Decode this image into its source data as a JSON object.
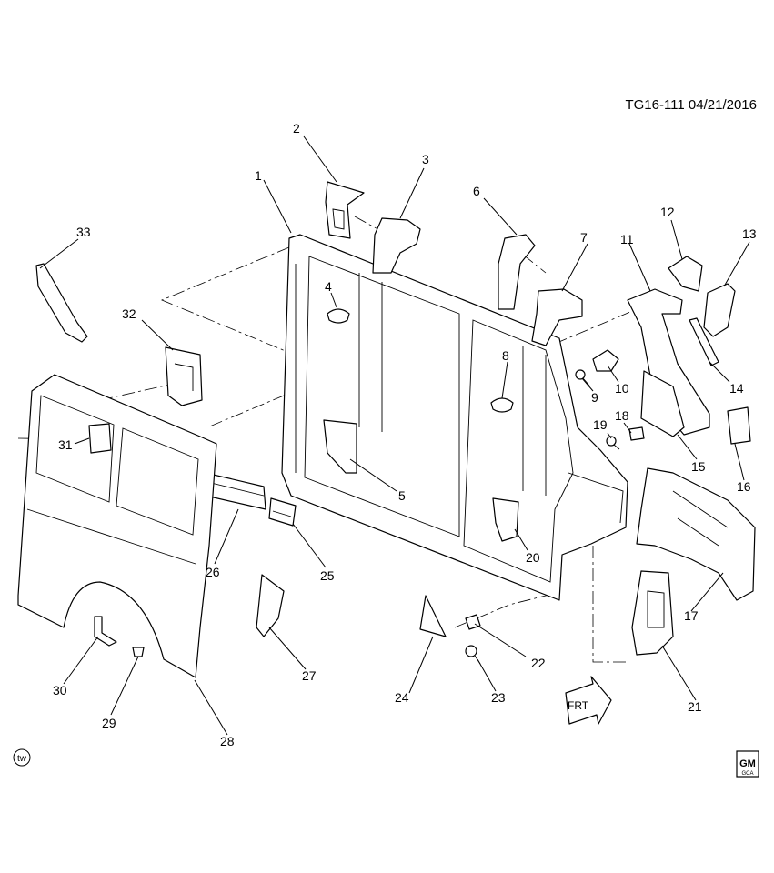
{
  "header": {
    "doc_id": "TG16-111  04/21/2016"
  },
  "front_arrow": {
    "label": "FRT"
  },
  "watermark": {
    "label": "tw"
  },
  "logo": {
    "line1": "GM",
    "line2": "GCA"
  },
  "callouts": [
    {
      "id": "1",
      "label": "1"
    },
    {
      "id": "2",
      "label": "2"
    },
    {
      "id": "3",
      "label": "3"
    },
    {
      "id": "4",
      "label": "4"
    },
    {
      "id": "5",
      "label": "5"
    },
    {
      "id": "6",
      "label": "6"
    },
    {
      "id": "7",
      "label": "7"
    },
    {
      "id": "8",
      "label": "8"
    },
    {
      "id": "9",
      "label": "9"
    },
    {
      "id": "10",
      "label": "10"
    },
    {
      "id": "11",
      "label": "11"
    },
    {
      "id": "12",
      "label": "12"
    },
    {
      "id": "13",
      "label": "13"
    },
    {
      "id": "14",
      "label": "14"
    },
    {
      "id": "15",
      "label": "15"
    },
    {
      "id": "16",
      "label": "16"
    },
    {
      "id": "17",
      "label": "17"
    },
    {
      "id": "18",
      "label": "18"
    },
    {
      "id": "19",
      "label": "19"
    },
    {
      "id": "20",
      "label": "20"
    },
    {
      "id": "21",
      "label": "21"
    },
    {
      "id": "22",
      "label": "22"
    },
    {
      "id": "23",
      "label": "23"
    },
    {
      "id": "24",
      "label": "24"
    },
    {
      "id": "25",
      "label": "25"
    },
    {
      "id": "26",
      "label": "26"
    },
    {
      "id": "27",
      "label": "27"
    },
    {
      "id": "28",
      "label": "28"
    },
    {
      "id": "29",
      "label": "29"
    },
    {
      "id": "30",
      "label": "30"
    },
    {
      "id": "31",
      "label": "31"
    },
    {
      "id": "32",
      "label": "32"
    },
    {
      "id": "33",
      "label": "33"
    }
  ]
}
